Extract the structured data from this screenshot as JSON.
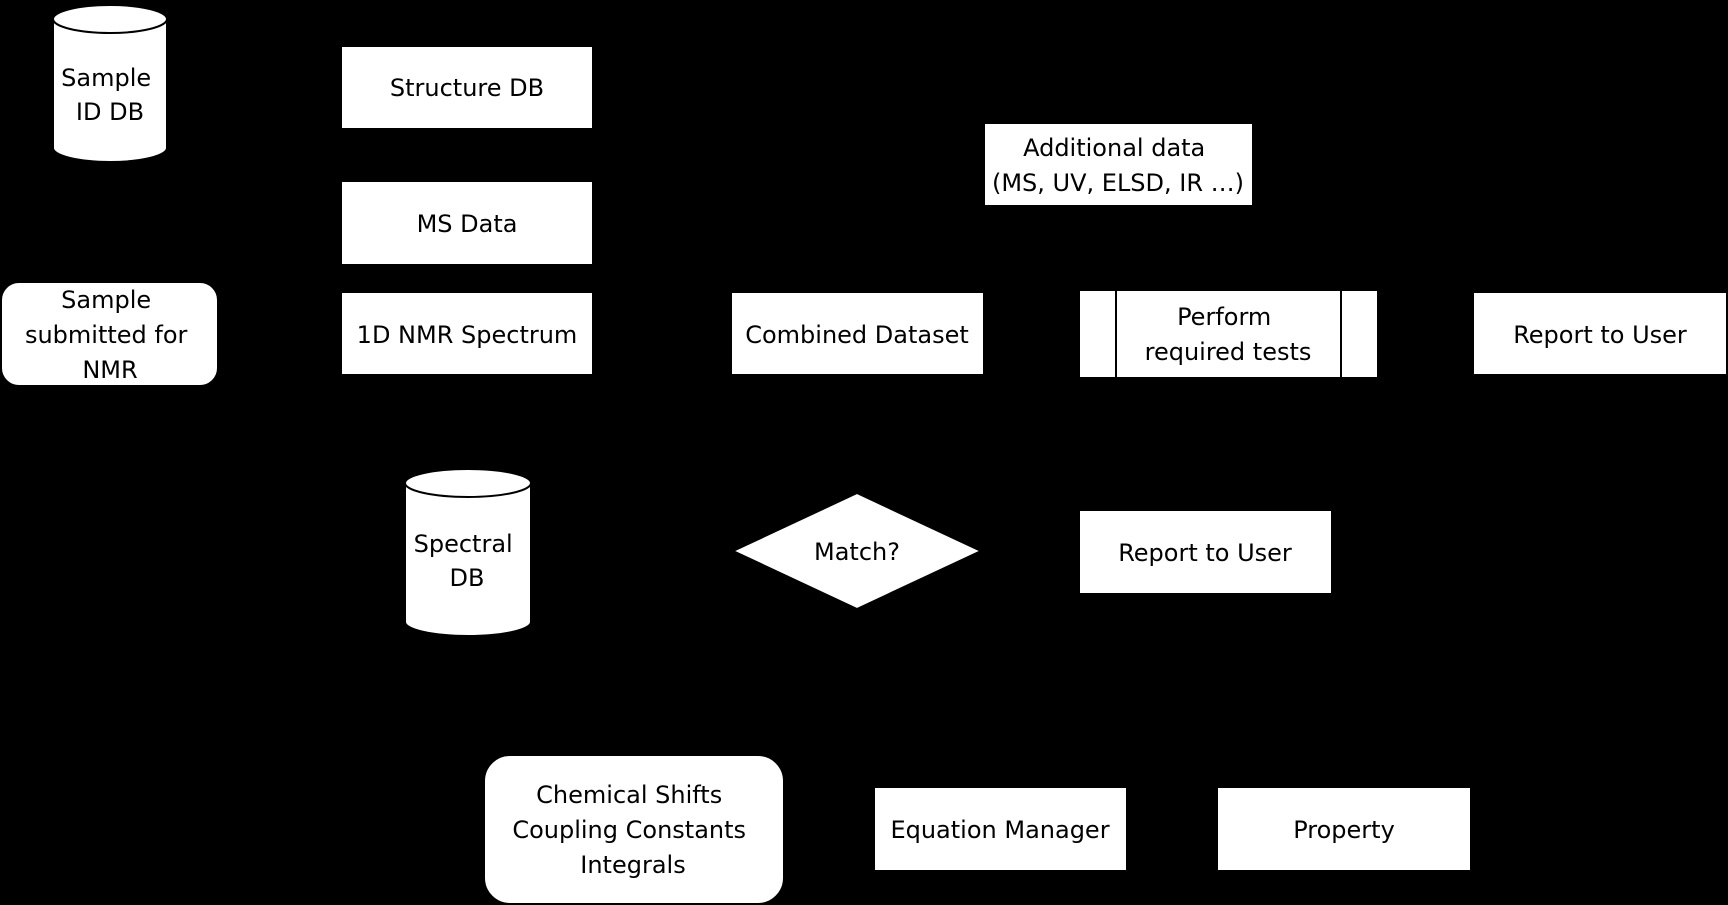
{
  "nodes": {
    "sample_id_db": {
      "lines": [
        "Sample",
        "ID DB"
      ]
    },
    "structure_db": {
      "lines": [
        "Structure DB"
      ]
    },
    "additional_data": {
      "lines": [
        "Additional data",
        "(MS, UV, ELSD, IR …)"
      ]
    },
    "ms_data": {
      "lines": [
        "MS Data"
      ]
    },
    "sample_submitted": {
      "lines": [
        "Sample",
        "submitted for",
        "NMR"
      ]
    },
    "nmr_spectrum": {
      "lines": [
        "1D NMR Spectrum"
      ]
    },
    "combined_dataset": {
      "lines": [
        "Combined Dataset"
      ]
    },
    "perform_tests": {
      "lines": [
        "Perform",
        "required tests"
      ]
    },
    "report_user_top": {
      "lines": [
        "Report to User"
      ]
    },
    "spectral_db": {
      "lines": [
        "Spectral",
        "DB"
      ]
    },
    "match": {
      "lines": [
        "Match?"
      ]
    },
    "report_user_mid": {
      "lines": [
        "Report to User"
      ]
    },
    "nmr_parameters": {
      "lines": [
        "Chemical Shifts",
        "Coupling Constants",
        "Integrals"
      ]
    },
    "equation_manager": {
      "lines": [
        "Equation Manager"
      ]
    },
    "property": {
      "lines": [
        "Property"
      ]
    }
  }
}
